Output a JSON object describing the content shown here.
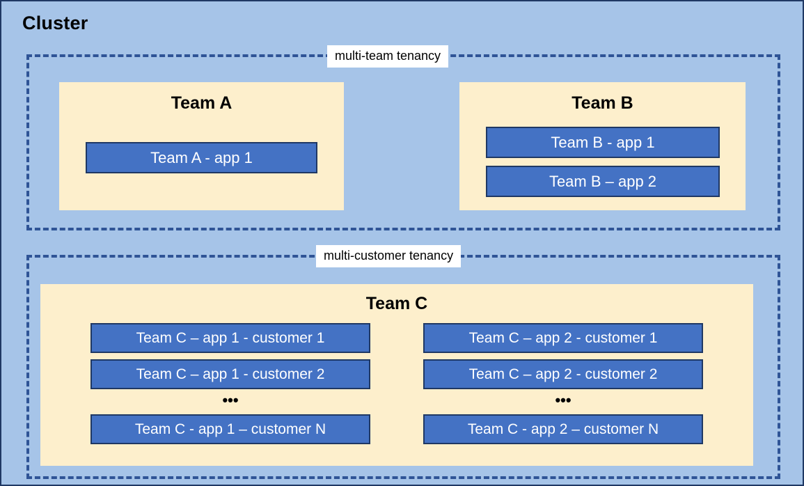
{
  "cluster": {
    "title": "Cluster",
    "background_color": "#a6c4e8",
    "border_color": "#1f3864"
  },
  "zones": [
    {
      "id": "multi-team",
      "label": "multi-team tenancy",
      "border_color": "#2f5496"
    },
    {
      "id": "multi-customer",
      "label": "multi-customer tenancy",
      "border_color": "#2f5496"
    }
  ],
  "teams": [
    {
      "id": "team-a",
      "title": "Team A",
      "box_color": "#fdefcc",
      "apps": [
        {
          "label": "Team A - app 1"
        }
      ]
    },
    {
      "id": "team-b",
      "title": "Team B",
      "box_color": "#fdefcc",
      "apps": [
        {
          "label": "Team B - app 1"
        },
        {
          "label": "Team B – app 2"
        }
      ]
    },
    {
      "id": "team-c",
      "title": "Team C",
      "box_color": "#fdefcc",
      "app_color": "#4472c4",
      "columns": [
        {
          "id": "app-1",
          "items": [
            "Team C – app 1 - customer 1",
            "Team C – app 1 - customer 2"
          ],
          "ellipsis": "•••",
          "last": "Team C - app 1 – customer N"
        },
        {
          "id": "app-2",
          "items": [
            "Team C – app 2 - customer 1",
            "Team C – app 2 - customer 2"
          ],
          "ellipsis": "•••",
          "last": "Team C - app 2 – customer N"
        }
      ]
    }
  ]
}
